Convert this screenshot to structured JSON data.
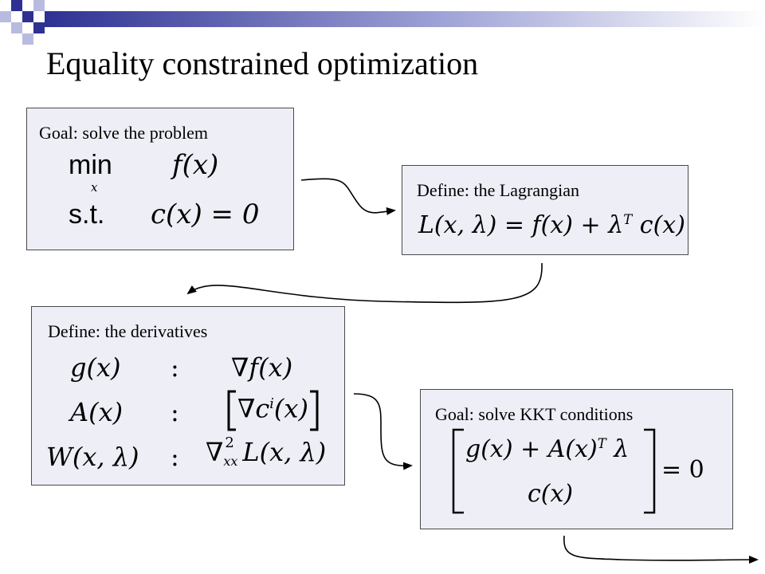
{
  "title": "Equality constrained optimization",
  "boxes": {
    "problem": {
      "label": "Goal: solve the problem",
      "min": "min",
      "min_sub": "x",
      "objective": "f(x)",
      "st": "s.t.",
      "constraint": "c(x) = 0"
    },
    "lagrangian": {
      "label": "Define: the Lagrangian",
      "lhs": "L(x, λ)",
      "rhs1": "= f(x) + λ",
      "sup": "T",
      "rhs2": "c(x)"
    },
    "derivatives": {
      "label": "Define: the derivatives",
      "g": "g(x)",
      "g_def": "∇f(x)",
      "A": "A(x)",
      "A_inner": "∇c",
      "A_sup": "i",
      "A_tail": "(x)",
      "W": "W(x, λ)",
      "W_nabla": "∇",
      "W_sup": "2",
      "W_sub": "xx",
      "W_tail": "L(x, λ)",
      "colon": ":"
    },
    "kkt": {
      "label": "Goal: solve KKT conditions",
      "row1_a": "g(x) + A(x)",
      "row1_sup": "T",
      "row1_b": " λ",
      "row2": "c(x)",
      "eq": "= 0"
    }
  },
  "colors": {
    "box_fill": "#edeef6",
    "box_border": "#4a4a4a",
    "header_dark": "#2e3192",
    "header_light": "#b8bbe0"
  }
}
